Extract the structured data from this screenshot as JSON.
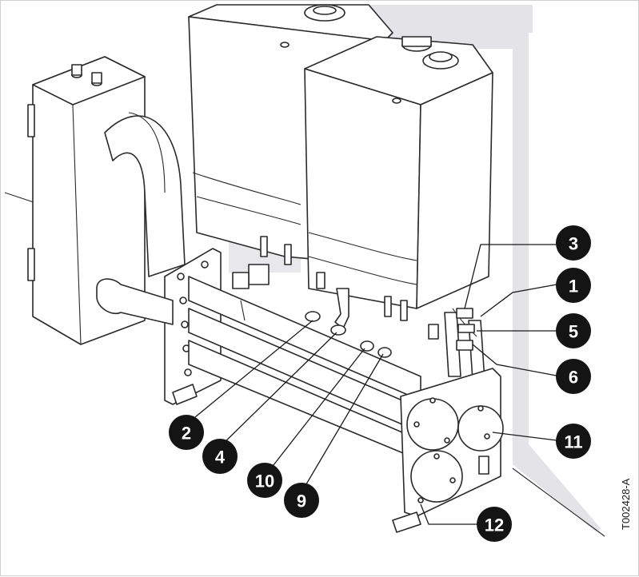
{
  "figure": {
    "reference": "T002428-A",
    "callouts": [
      {
        "id": "c1",
        "label": "1"
      },
      {
        "id": "c2",
        "label": "2"
      },
      {
        "id": "c3",
        "label": "3"
      },
      {
        "id": "c4",
        "label": "4"
      },
      {
        "id": "c5",
        "label": "5"
      },
      {
        "id": "c6",
        "label": "6"
      },
      {
        "id": "c9",
        "label": "9"
      },
      {
        "id": "c10",
        "label": "10"
      },
      {
        "id": "c11",
        "label": "11"
      },
      {
        "id": "c12",
        "label": "12"
      }
    ]
  },
  "colors": {
    "line": "#2a2a2a",
    "wall_shade": "#e3e3e8",
    "callout_fill": "#141414",
    "callout_text": "#ffffff"
  }
}
